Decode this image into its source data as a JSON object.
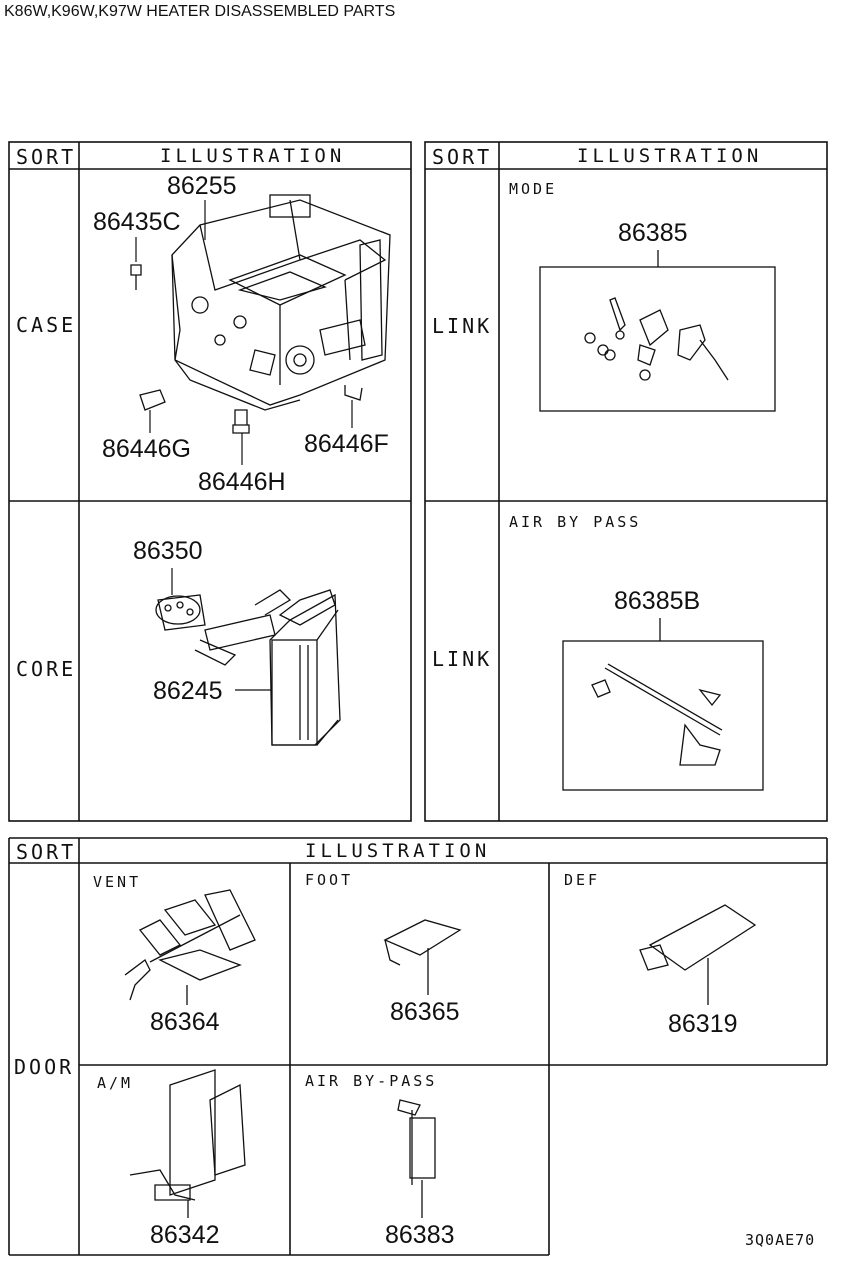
{
  "title": "K86W,K96W,K97W HEATER DISASSEMBLED PARTS",
  "table1": {
    "sort_header": "SORT",
    "illustration_header": "ILLUSTRATION",
    "rows": [
      {
        "sort": "CASE",
        "parts": [
          "86255",
          "86435C",
          "86446G",
          "86446F",
          "86446H"
        ]
      },
      {
        "sort": "CORE",
        "parts": [
          "86350",
          "86245"
        ]
      }
    ]
  },
  "table2": {
    "sort_header": "SORT",
    "illustration_header": "ILLUSTRATION",
    "rows": [
      {
        "sort": "LINK",
        "label": "MODE",
        "parts": [
          "86385"
        ]
      },
      {
        "sort": "LINK",
        "label": "AIR BY PASS",
        "parts": [
          "86385B"
        ]
      }
    ]
  },
  "table3": {
    "sort_header": "SORT",
    "illustration_header": "ILLUSTRATION",
    "sort": "DOOR",
    "cells": [
      {
        "label": "VENT",
        "part": "86364"
      },
      {
        "label": "FOOT",
        "part": "86365"
      },
      {
        "label": "DEF",
        "part": "86319"
      },
      {
        "label": "A/M",
        "part": "86342"
      },
      {
        "label": "AIR BY-PASS",
        "part": "86383"
      }
    ]
  },
  "footer_code": "3Q0AE70"
}
